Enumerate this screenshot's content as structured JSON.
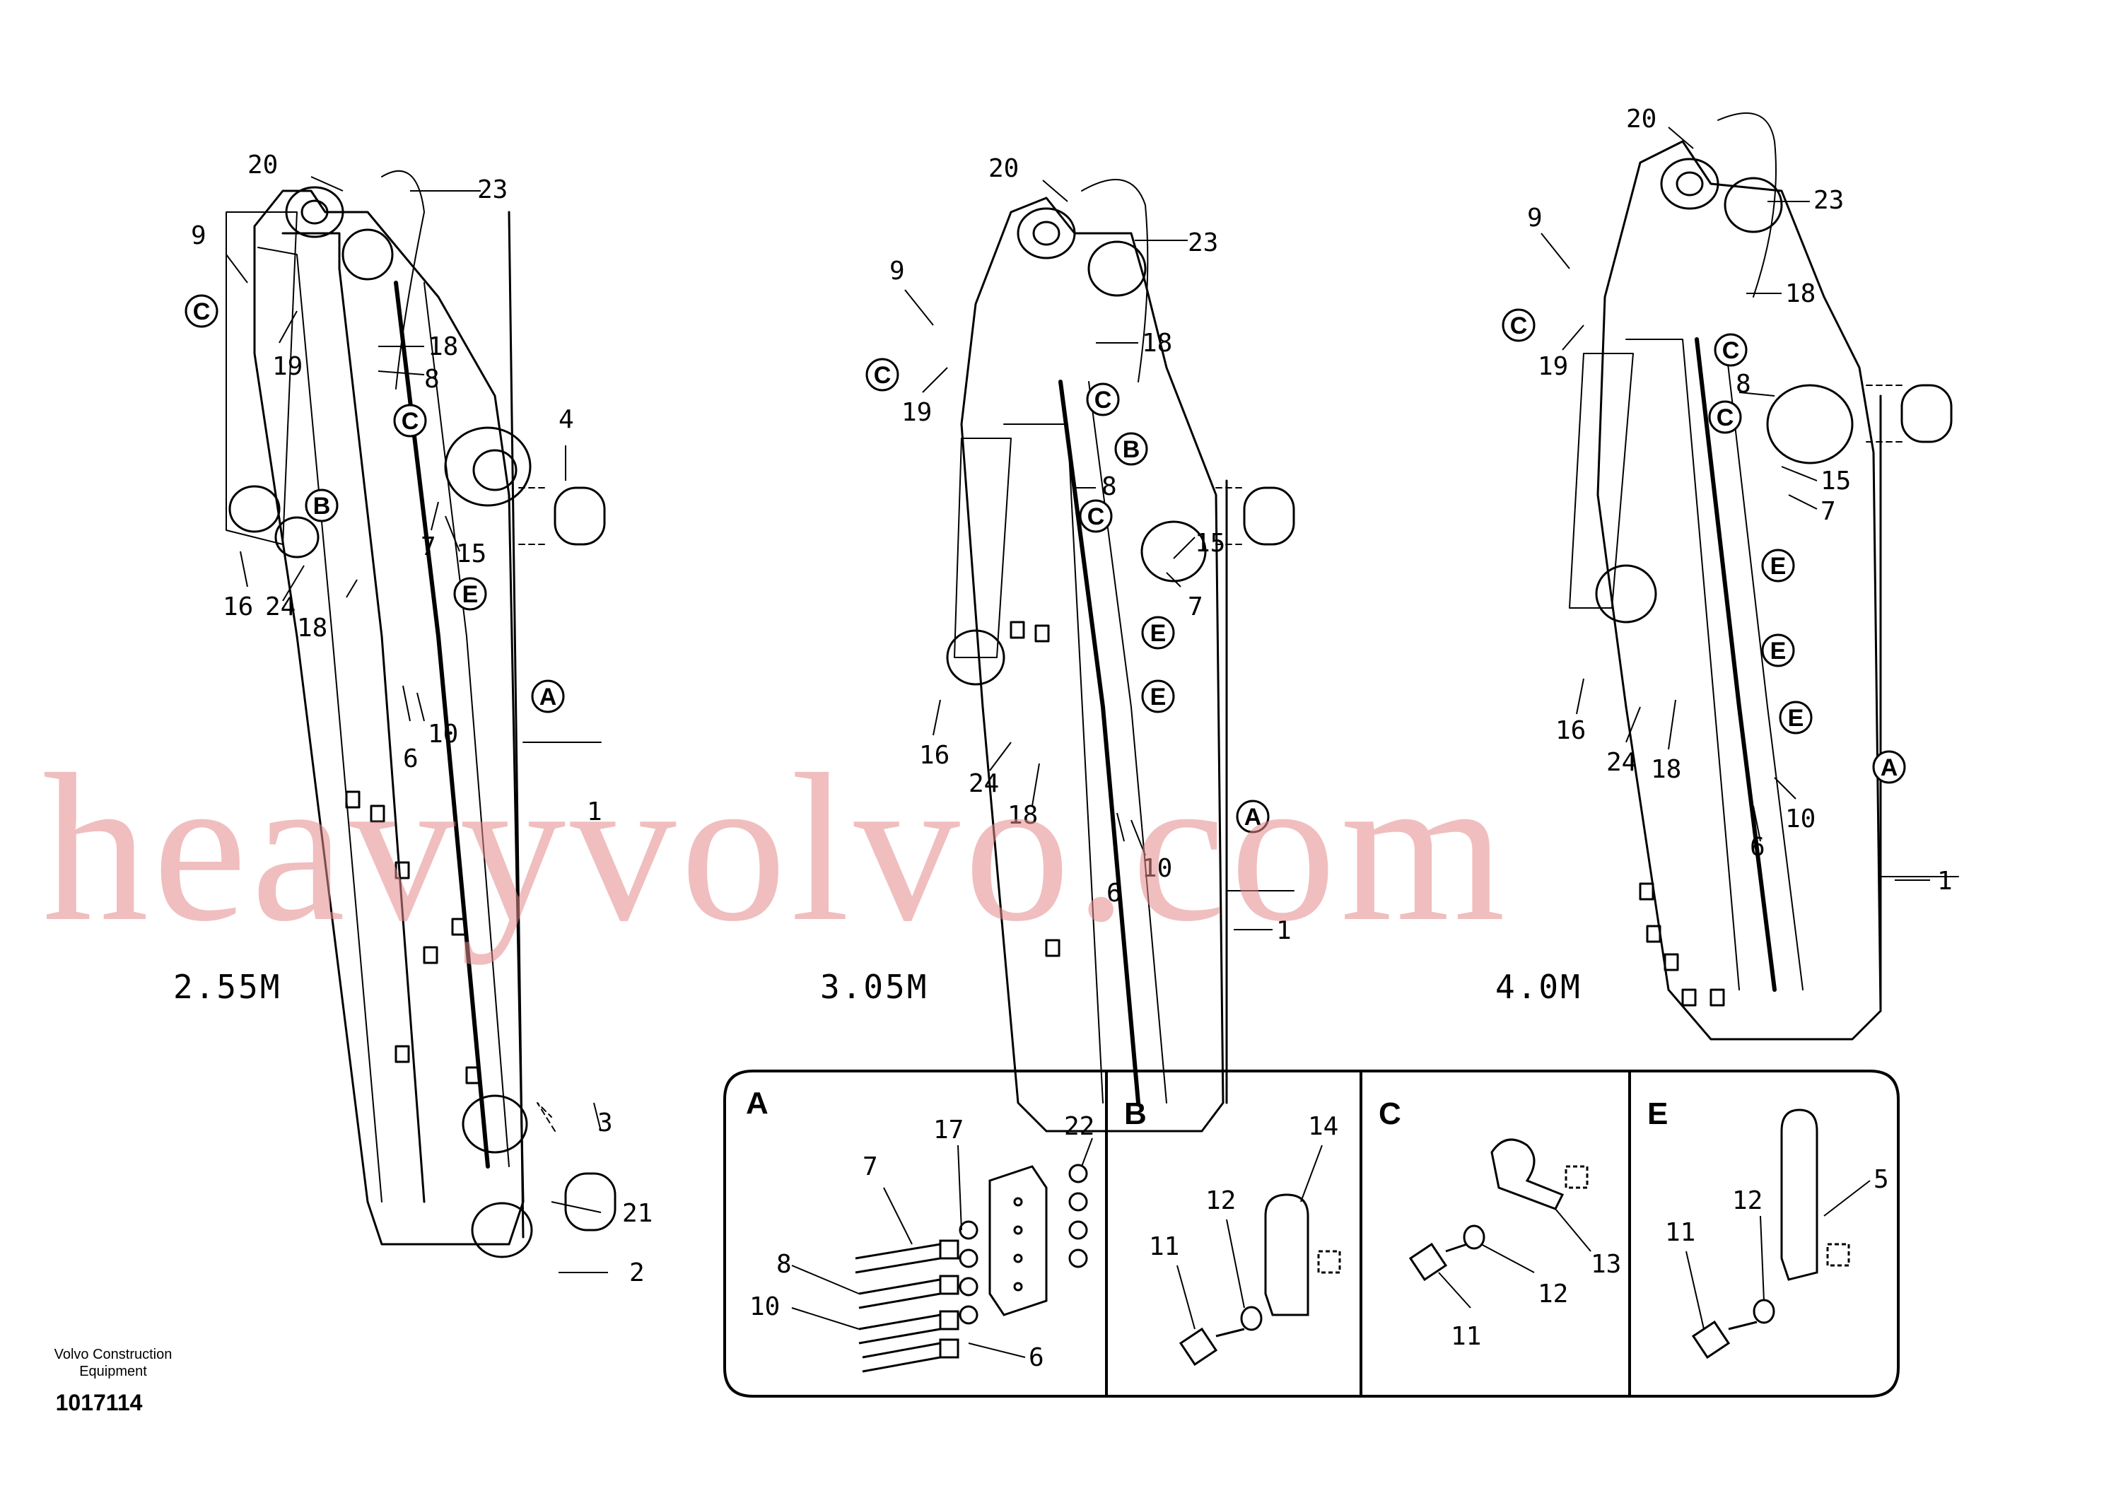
{
  "lengths": [
    "2.55M",
    "3.05M",
    "4.0M"
  ],
  "sections": [
    "A",
    "B",
    "C",
    "E"
  ],
  "callouts": [
    "A",
    "B",
    "C",
    "E"
  ],
  "part_labels": {
    "boom1": [
      "20",
      "23",
      "9",
      "19",
      "18",
      "8",
      "15",
      "4",
      "7",
      "16",
      "24",
      "18",
      "10",
      "6",
      "1",
      "3",
      "21",
      "2"
    ],
    "boom2": [
      "20",
      "23",
      "9",
      "19",
      "18",
      "8",
      "15",
      "7",
      "16",
      "24",
      "18",
      "10",
      "6",
      "1"
    ],
    "boom3": [
      "20",
      "23",
      "9",
      "19",
      "18",
      "8",
      "15",
      "7",
      "16",
      "24",
      "18",
      "6",
      "10",
      "1"
    ],
    "detail_a": [
      "22",
      "17",
      "7",
      "8",
      "10",
      "6"
    ],
    "detail_b": [
      "14",
      "12",
      "11"
    ],
    "detail_c": [
      "13",
      "12",
      "11"
    ],
    "detail_e": [
      "5",
      "12",
      "11"
    ]
  },
  "footer": {
    "company_line1": "Volvo Construction",
    "company_line2": "Equipment",
    "drawing_number": "1017114"
  },
  "watermark": "heavyvolvo.com"
}
